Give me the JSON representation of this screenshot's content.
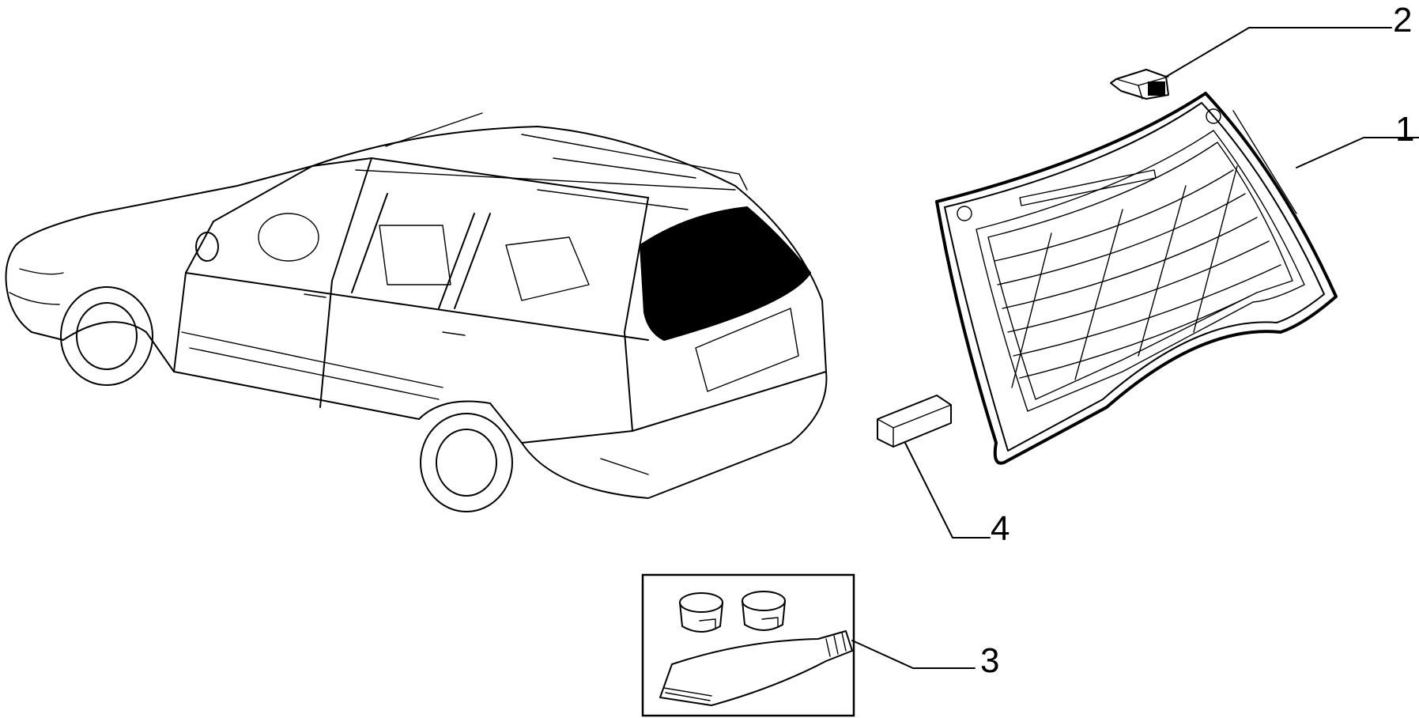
{
  "callouts": [
    {
      "id": "1",
      "label": "1"
    },
    {
      "id": "2",
      "label": "2"
    },
    {
      "id": "3",
      "label": "3"
    },
    {
      "id": "4",
      "label": "4"
    }
  ],
  "colors": {
    "line": "#000000",
    "background": "#ffffff",
    "tinted_glass": "#000000"
  }
}
